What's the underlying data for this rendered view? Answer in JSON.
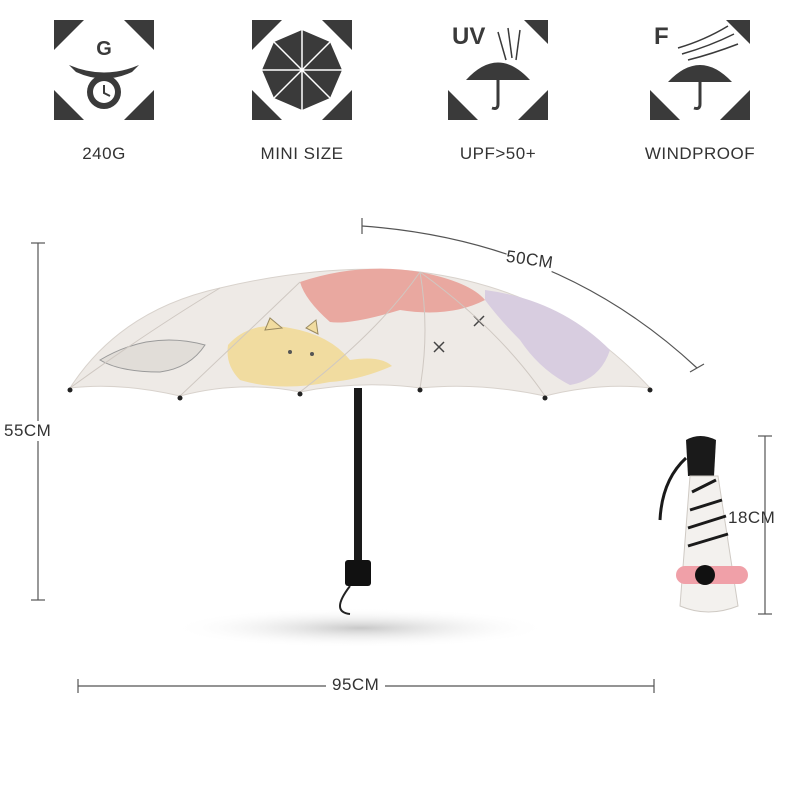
{
  "features": [
    {
      "icon": "weight-scale-icon",
      "symbol": "G",
      "label": "240G"
    },
    {
      "icon": "folded-canopy-icon",
      "symbol": "",
      "label": "MINI SIZE"
    },
    {
      "icon": "uv-umbrella-icon",
      "symbol": "UV",
      "label": "UPF>50+"
    },
    {
      "icon": "wind-umbrella-icon",
      "symbol": "F",
      "label": "WINDPROOF"
    }
  ],
  "dimensions": {
    "height_open": "55CM",
    "rib_length": "50CM",
    "width_open": "95CM",
    "folded_length": "18CM"
  },
  "colors": {
    "icon_dark": "#3a3a3a",
    "canopy": "#eeeae6",
    "cat_pink": "#e9a8a0",
    "cat_yellow": "#f1dca0",
    "strap_pink": "#f0a0a8"
  }
}
